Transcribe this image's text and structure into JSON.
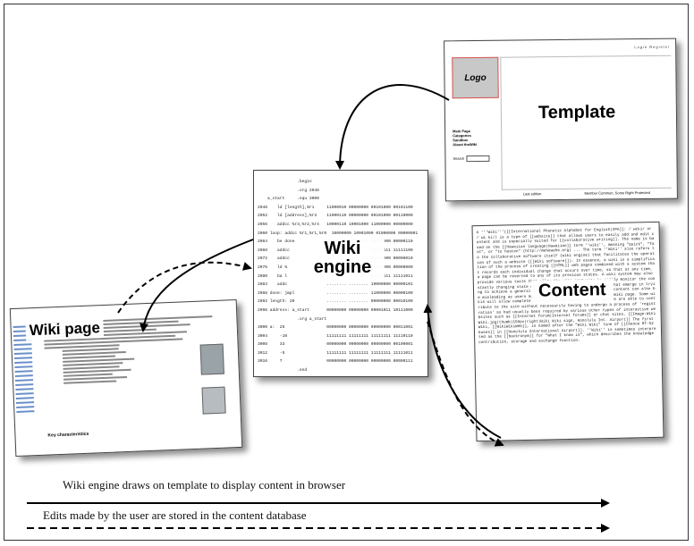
{
  "nodes": {
    "template": {
      "title": "Template",
      "logo": "Logo",
      "top_links": "Login   Register",
      "nav_items": [
        "Main Page",
        "Categories",
        "Sandbox",
        "About theWiki"
      ],
      "search_label": "Search",
      "footer_left": "Last edition",
      "footer_right": "Member Common, Some Right Protected"
    },
    "engine": {
      "title_line1": "Wiki",
      "title_line2": "engine",
      "code_listing": "                .begin\n                .org 2048\n    a_start     .equ 3000\n2048    ld [length],%r1     11000010 00000000 00101000 00101100\n2052    ld [address],%r3    11000110 00000000 00101000 00110000\n2056    addcc %r3,%r2,%r4   10000110 10001000 11000000 00000000\n2060 loop: addcc %r1,%r1,%r0  10000000 10001000 01000000 00000001\n2064    be done             00000010 10000000 00000000 00000110\n2068    addcc               ........ ........ 01111111 11111100\n2072    addcc               ........ ........ 01000000 00000010\n2076    ld %                ........ ........ 00000000 00000000\n2080    ba l                ........ ........ 11111111 11111011\n2084    addc                ........ ........ 10000000 00000101\n2088 done: jmpl             ........ ........ 11000000 00000100\n2092 length: 20             ........ ........ 00000000 00010100\n2096 address: a_start       00000000 00000000 00001011 10111000\n                .org a_start\n3000 a:  25                 00000000 00000000 00000000 00011001\n3004     -10                11111111 11111111 11111111 11110110\n3008     33                 00000000 00000000 00000000 00100001\n3012     -5                 11111111 11111111 11111111 11111011\n3016     7                  00000000 00000000 00000000 00000111\n                .end"
    },
    "content": {
      "title": "Content",
      "body": "A '''Wiki'''([[International Phonetic Alphabet for English|IPA]]: /ˈwɪki/ or /ˈwiːki/) is a type of [[website]] that allows users to easily add and edit content and is especially suited for [[collaborative writing]]. The name is based on the [[Hawaiian language|Hawaiian]] term ''wiki'', meaning \"quick\", \"fast\", or \"to hasten\" (http://mehewehe.org) ... The term ''Wiki'' also refers to the collaborative software itself (wiki engine) that facilitates the operation of such a website ([[Wiki software]]). In essence, a wiki is a simplification of the process of creating [[HTML]] web pages combined with a system that records each individual change that occurs over time, so that at any time, a page can be reverted to any of its previous states. A wiki system may also provide various tools that allow the user community to easily monitor the constantly changing state of the wiki and discuss the issues that emerge in trying to achieve a general consensus about wiki content. Wiki content can also be misleading as users may add incorrect information to the Wiki page. Some wikis will allow completely unrestricted access so that people are able to contribute to the site without necessarily having to undergo a process of 'registration' as had usually been required by various other types of interactive websites such as [[Internet forum|Internet forums]] or chat sites. [[Image:Wiki Wiki.jpg|thumb|150px|right|Wiki Wiki sign, Honolulu Int. Airport]] The first Wiki, [[WikiWikiWeb]], is named after the \"Wiki Wiki\" line of [[Chance RT-52 buses]] in [[Honolulu International Airport]]. ''Wiki'' is sometimes interpreted as the [[backronym]] for \"What I know is\", which describes the knowledge contribution, storage and exchange function."
    },
    "wiki_page": {
      "title": "Wiki page",
      "section_heading": "Key characteristics"
    }
  },
  "legend": [
    {
      "style": "solid",
      "label": "Wiki engine draws on template to display content in browser"
    },
    {
      "style": "dashed",
      "label": "Edits made by the user are stored in the content database"
    }
  ],
  "colors": {
    "stroke": "#000000",
    "frame": "#333333",
    "logo_border": "#d9534f",
    "logo_fill": "#c8c8c8"
  }
}
